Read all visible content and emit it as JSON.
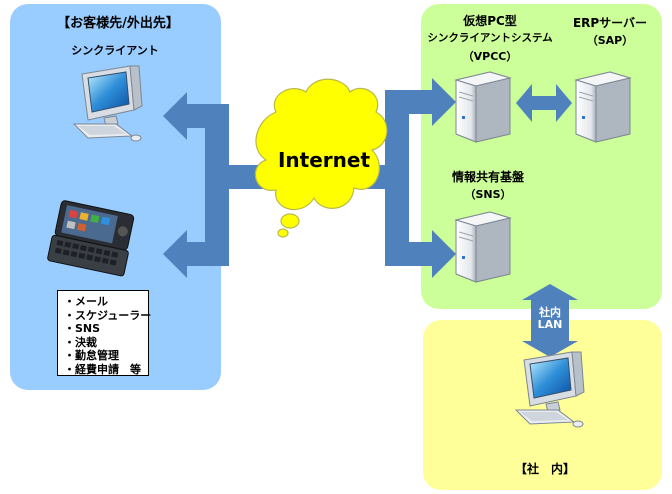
{
  "customer": {
    "title": "【お客様先/外出先】",
    "thin_client_label": "シンクライアント",
    "tasks": [
      "・メール",
      "・スケジューラー",
      "・SNS",
      "・決裁",
      "・勤怠管理",
      "・経費申請　等"
    ]
  },
  "internet": {
    "label": "Internet"
  },
  "servers": {
    "vpcc": {
      "line1": "仮想PC型",
      "line2": "シンクライアントシステム",
      "line3": "（VPCC）"
    },
    "erp": {
      "line1": "ERPサーバー",
      "line2": "（SAP）"
    },
    "sns": {
      "line1": "情報共有基盤",
      "line2": "（SNS）"
    }
  },
  "office": {
    "lan_line1": "社内",
    "lan_line2": "LAN",
    "title": "【社　内】"
  },
  "colors": {
    "customer_bg": "#99ccff",
    "server_bg": "#ccff99",
    "office_bg": "#ffff99",
    "arrow": "#4f81bd",
    "cloud": "#ffff00"
  }
}
